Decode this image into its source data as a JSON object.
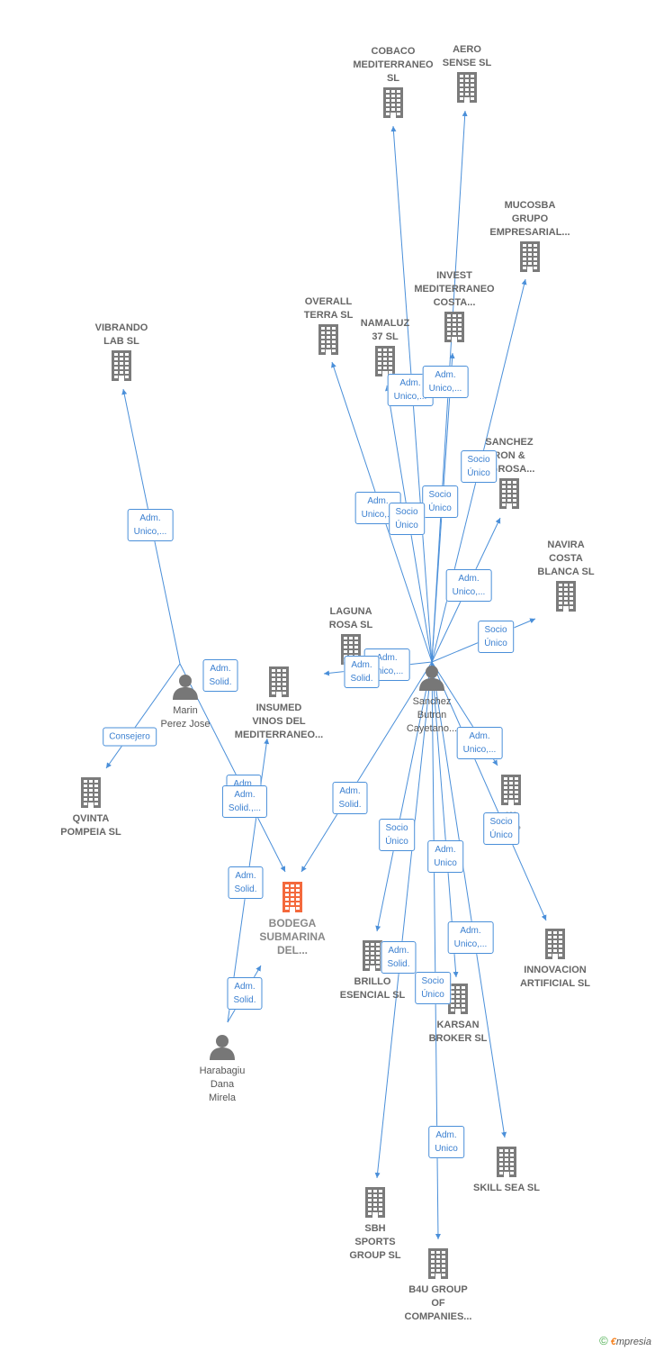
{
  "colors": {
    "edge": "#4a8fd9",
    "building": "#7b7b7b",
    "main_building": "#f4693c",
    "person": "#777777"
  },
  "nodes": [
    {
      "id": "cobaco",
      "type": "company",
      "label": "COBACO\nMEDITERRANEO\nSL"
    },
    {
      "id": "aero",
      "type": "company",
      "label": "AERO\nSENSE  SL"
    },
    {
      "id": "mucosba",
      "type": "company",
      "label": "MUCOSBA\nGRUPO\nEMPRESARIAL..."
    },
    {
      "id": "invest",
      "type": "company",
      "label": "INVEST\nMEDITERRANEO\nCOSTA..."
    },
    {
      "id": "overall",
      "type": "company",
      "label": "OVERALL\nTERRA  SL"
    },
    {
      "id": "namaluz",
      "type": "company",
      "label": "NAMALUZ\n37  SL"
    },
    {
      "id": "vibrando",
      "type": "company",
      "label": "VIBRANDO\nLAB  SL"
    },
    {
      "id": "sanchezb",
      "type": "company",
      "label": "SANCHEZ\nRON &\nEGROSA..."
    },
    {
      "id": "navira",
      "type": "company",
      "label": "NAVIRA\nCOSTA\nBLANCA  SL"
    },
    {
      "id": "laguna",
      "type": "company",
      "label": "LAGUNA\nROSA  SL"
    },
    {
      "id": "insumed",
      "type": "company",
      "label": "INSUMED\nVINOS DEL\nMEDITERRANEO..."
    },
    {
      "id": "marin",
      "type": "person",
      "label": "Marin\nPerez Jose"
    },
    {
      "id": "sanchez",
      "type": "person",
      "label": "Sanchez\nButron\nCayetano..."
    },
    {
      "id": "qvinta",
      "type": "company",
      "label": "QVINTA\nPOMPEIA SL"
    },
    {
      "id": "w",
      "type": "company",
      "label": "W\nSLP"
    },
    {
      "id": "bodega",
      "type": "main",
      "label": "BODEGA\nSUBMARINA\nDEL..."
    },
    {
      "id": "innovacion",
      "type": "company",
      "label": "INNOVACION\nARTIFICIAL  SL"
    },
    {
      "id": "brillo",
      "type": "company",
      "label": "BRILLO\nESENCIAL  SL"
    },
    {
      "id": "karsan",
      "type": "company",
      "label": "KARSAN\nBROKER SL"
    },
    {
      "id": "harabagiu",
      "type": "person",
      "label": "Harabagiu\nDana\nMirela"
    },
    {
      "id": "skill",
      "type": "company",
      "label": "SKILL SEA  SL"
    },
    {
      "id": "sbh",
      "type": "company",
      "label": "SBH\nSPORTS\nGROUP  SL"
    },
    {
      "id": "b4u",
      "type": "company",
      "label": "B4U GROUP\nOF\nCOMPANIES..."
    }
  ],
  "edges": [
    {
      "from": "sanchez",
      "to": "cobaco"
    },
    {
      "from": "sanchez",
      "to": "aero"
    },
    {
      "from": "sanchez",
      "to": "mucosba"
    },
    {
      "from": "sanchez",
      "to": "invest"
    },
    {
      "from": "sanchez",
      "to": "overall"
    },
    {
      "from": "sanchez",
      "to": "namaluz"
    },
    {
      "from": "sanchez",
      "to": "sanchezb"
    },
    {
      "from": "sanchez",
      "to": "navira"
    },
    {
      "from": "sanchez",
      "to": "laguna"
    },
    {
      "from": "sanchez",
      "to": "w"
    },
    {
      "from": "sanchez",
      "to": "innovacion"
    },
    {
      "from": "sanchez",
      "to": "brillo"
    },
    {
      "from": "sanchez",
      "to": "karsan"
    },
    {
      "from": "sanchez",
      "to": "skill"
    },
    {
      "from": "sanchez",
      "to": "sbh"
    },
    {
      "from": "sanchez",
      "to": "b4u"
    },
    {
      "from": "sanchez",
      "to": "bodega"
    },
    {
      "from": "marin",
      "to": "vibrando"
    },
    {
      "from": "marin",
      "to": "qvinta"
    },
    {
      "from": "marin",
      "to": "bodega"
    },
    {
      "from": "harabagiu",
      "to": "insumed"
    },
    {
      "from": "harabagiu",
      "to": "bodega"
    }
  ],
  "relations": [
    "Adm.\nUnico,...",
    "Adm.\nUnico,...",
    "Socio\nÚnico",
    "Socio\nÚnico",
    "Adm.\nUnico,...",
    "Socio\nÚnico",
    "Adm.\nUnico,...",
    "Socio\nÚnico",
    "Adm.\nUnico,...",
    "Adm.\nSolid.",
    "Adm.\nSolid.",
    "Adm.\nUnico,...",
    "Adm.\nSolid.",
    "Adm.\nSolid.",
    "Consejero",
    "Adm.\nSolid.,...",
    "Adm.\nSolid.",
    "Adm.\nSolid.",
    "Socio\nÚnico",
    "Adm.\nUnico",
    "Socio\nÚnico",
    "Adm.\nUnico,...",
    "Adm.\nUnico,...",
    "Adm.\nSolid.",
    "Socio\nÚnico",
    "Adm.\nUnico"
  ],
  "footer": {
    "copyright": "©",
    "brand_e": "€",
    "brand_rest": "mpresia"
  }
}
